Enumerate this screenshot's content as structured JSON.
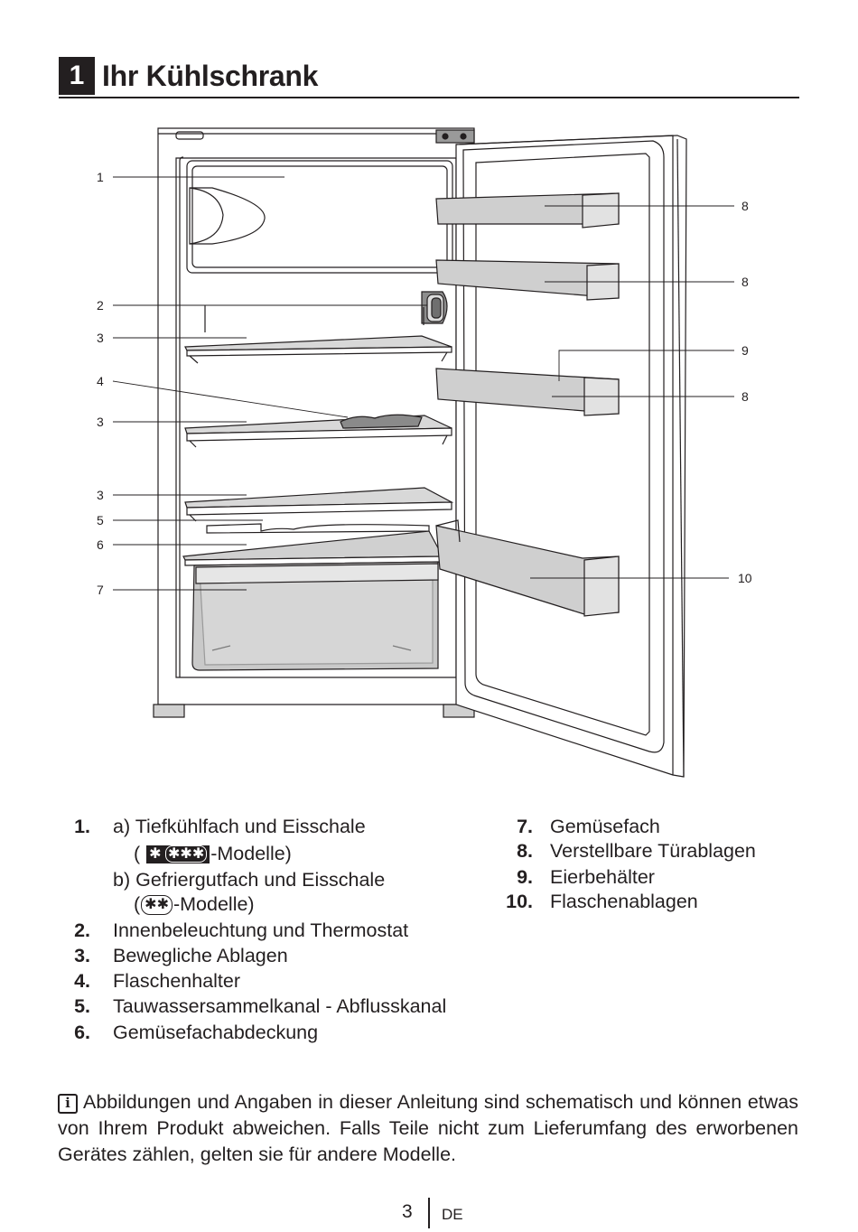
{
  "section": {
    "number": "1",
    "title": "Ihr Kühlschrank"
  },
  "callouts_left": [
    "1",
    "2",
    "3",
    "4",
    "3",
    "3",
    "5",
    "6",
    "7"
  ],
  "callouts_right": [
    "8",
    "8",
    "9",
    "8",
    "10"
  ],
  "legend_left": [
    {
      "num": "1.",
      "text": "a) Tiefkühlfach und Eisschale"
    },
    {
      "num": "",
      "pre": "(",
      "sym_a": "✱",
      "sym_b": "✱✱✱",
      "post": "-Modelle)"
    },
    {
      "num": "",
      "text": "b) Gefriergutfach und Eisschale"
    },
    {
      "num": "",
      "pre": "(",
      "sym": "✱✱",
      "post": "-Modelle)"
    },
    {
      "num": "2.",
      "text": "Innenbeleuchtung und Thermostat"
    },
    {
      "num": "3.",
      "text": "Bewegliche Ablagen"
    },
    {
      "num": "4.",
      "text": "Flaschenhalter"
    },
    {
      "num": "5.",
      "text": "Tauwassersammelkanal - Abflusskanal"
    },
    {
      "num": "6.",
      "text": "Gemüsefachabdeckung"
    }
  ],
  "legend_right": [
    {
      "num": "7.",
      "text": "Gemüsefach"
    },
    {
      "num": "8.",
      "text": "Verstellbare Türablagen"
    },
    {
      "num": "9.",
      "text": "Eierbehälter"
    },
    {
      "num": "10.",
      "text": "Flaschenablagen"
    }
  ],
  "note": {
    "icon": "i",
    "text": "Abbildungen und Angaben in dieser Anleitung sind schematisch und können etwas von Ihrem Produkt abweichen. Falls Teile nicht zum Lieferumfang des erworbenen Gerätes zählen, gelten sie für andere Modelle."
  },
  "footer": {
    "page": "3",
    "lang": "DE"
  }
}
